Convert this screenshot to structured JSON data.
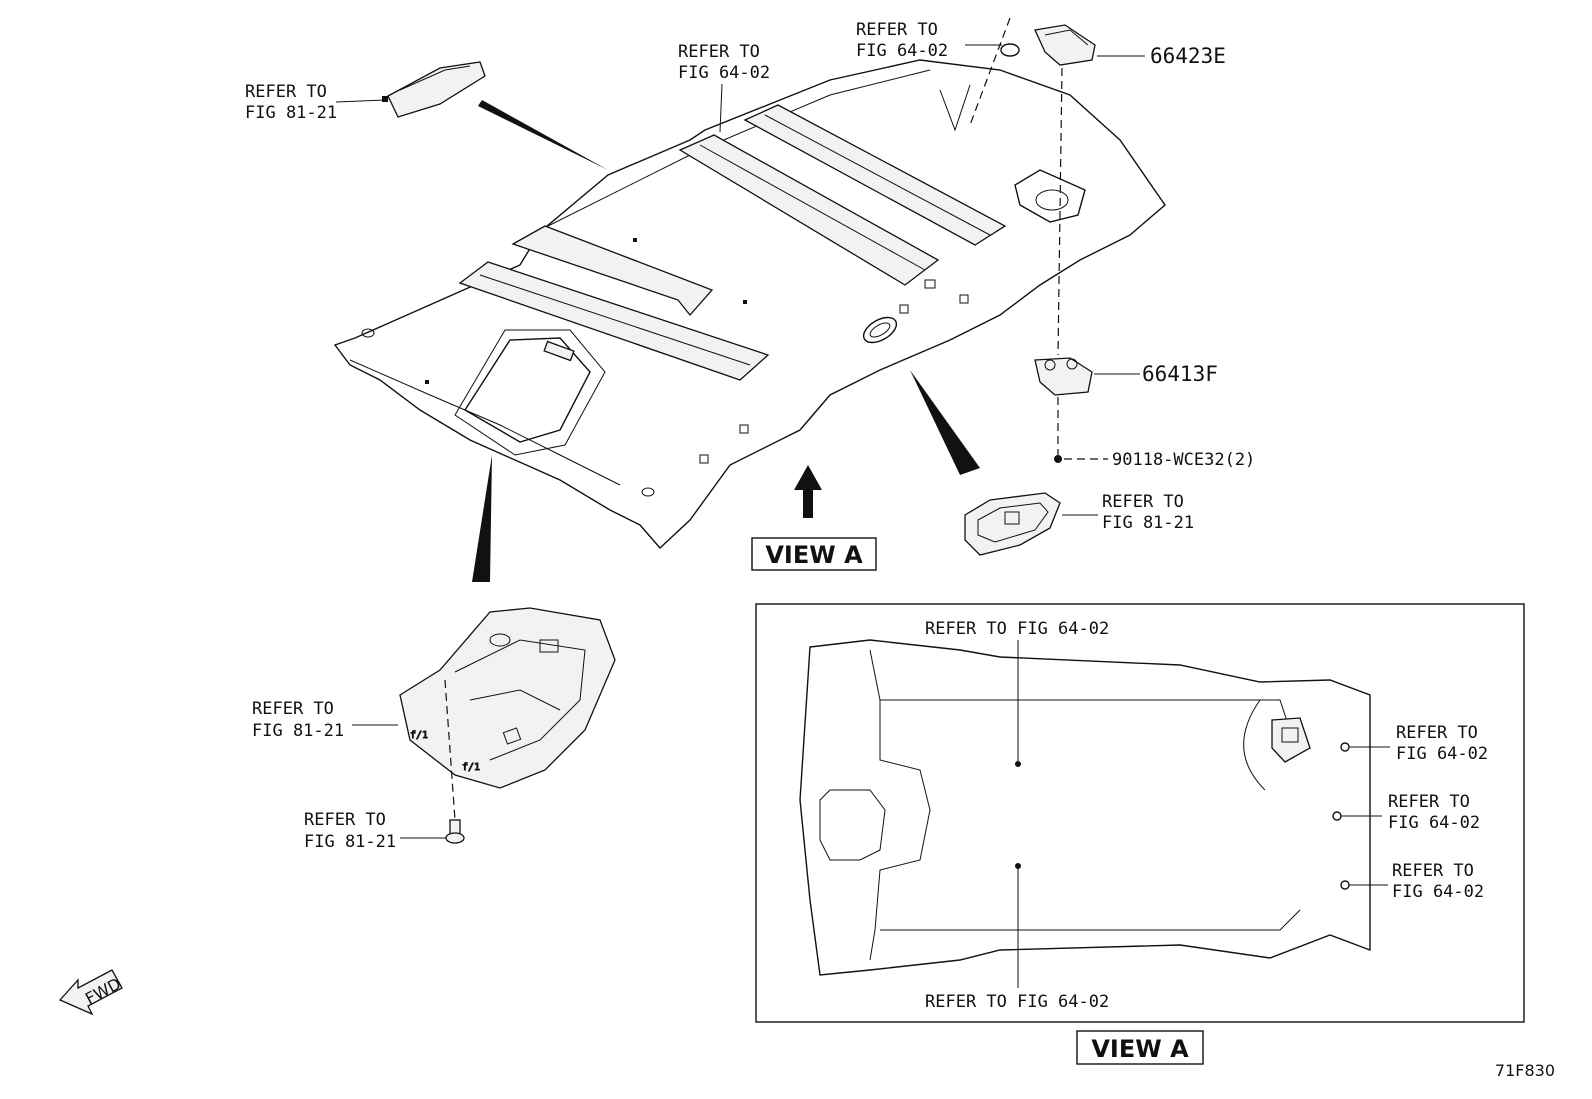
{
  "labels": {
    "ref_81_21_topleft": [
      "REFER TO",
      "FIG 81-21"
    ],
    "ref_64_02_top_center": [
      "REFER TO",
      "FIG 64-02"
    ],
    "ref_64_02_top_right": [
      "REFER TO",
      "FIG 64-02"
    ],
    "part_66423E": "66423E",
    "part_66413F": "66413F",
    "part_90118": "90118-WCE32(2)",
    "ref_81_21_right": [
      "REFER TO",
      "FIG 81-21"
    ],
    "ref_81_21_console": [
      "REFER TO",
      "FIG 81-21"
    ],
    "ref_81_21_screw": [
      "REFER TO",
      "FIG 81-21"
    ]
  },
  "view_a_main": "VIEW A",
  "view_a_inset": "VIEW A",
  "inset_labels": {
    "top": "REFER TO FIG 64-02",
    "bottom": "REFER TO FIG 64-02",
    "right_1": [
      "REFER TO",
      "FIG 64-02"
    ],
    "right_2": [
      "REFER TO",
      "FIG 64-02"
    ],
    "right_3": [
      "REFER TO",
      "FIG 64-02"
    ]
  },
  "fwd_label": "FWD",
  "figure_code": "71F830",
  "icons": {
    "direction_arrow": "fwd-arrow-icon",
    "view_arrow": "up-arrow-icon"
  }
}
